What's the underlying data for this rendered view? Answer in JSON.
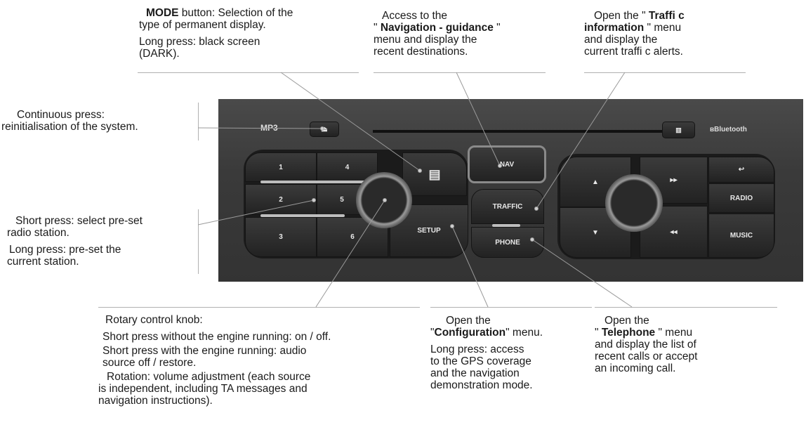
{
  "captions": {
    "mode": {
      "bold": "MODE",
      "line1": " button: Selection of the",
      "line2": "type of permanent display.",
      "line3": "Long press: black screen",
      "line4": "(DARK)."
    },
    "nav": {
      "line1": "Access to the",
      "pre": "\" ",
      "bold": "Navigation - guidance",
      "post": " \"",
      "line3": "menu and display the",
      "line4": "recent destinations."
    },
    "traffic": {
      "pre": "Open the \" ",
      "bold1": "Traffi c",
      "bold2": "information",
      "post2": " \" menu",
      "line3": "and display the",
      "line4": "current traffi c alerts."
    },
    "reset": {
      "line1": "Continuous press:",
      "line2": "reinitialisation of the system."
    },
    "preset": {
      "line1": "Short press: select pre-set",
      "line2": "radio station.",
      "line3": "Long press: pre-set the",
      "line4": "current station."
    },
    "knob": {
      "line1": "Rotary control knob:",
      "line2": "Short press without the engine running: on / off.",
      "line3": "Short press with the engine running: audio",
      "line4": "source off / restore.",
      "line5": "Rotation: volume adjustment (each source",
      "line6": "is independent, including TA messages and",
      "line7": "navigation instructions)."
    },
    "setup": {
      "line1": "Open the",
      "pre": "\"",
      "bold": "Configuration",
      "post": "\" menu.",
      "line3": "Long press: access",
      "line4": "to the GPS coverage",
      "line5": "and the navigation",
      "line6": "demonstration mode."
    },
    "phone": {
      "line1": "Open the",
      "pre": "\" ",
      "bold": "Telephone",
      "post": " \" menu",
      "line3": "and display the list of",
      "line4": "recent calls or accept",
      "line5": "an incoming call."
    }
  },
  "panel": {
    "mp3": "MP3",
    "eject": "⏏",
    "bluetooth": "Bluetooth",
    "presets": [
      "1",
      "2",
      "3",
      "4",
      "5",
      "6"
    ],
    "setup": "SETUP",
    "nav": "NAV",
    "traffic": "TRAFFIC",
    "phone": "PHONE",
    "up": "▲",
    "down": "▼",
    "ff": "▸▸",
    "rw": "◂◂",
    "back": "↩",
    "radio": "RADIO",
    "music": "MUSIC"
  }
}
